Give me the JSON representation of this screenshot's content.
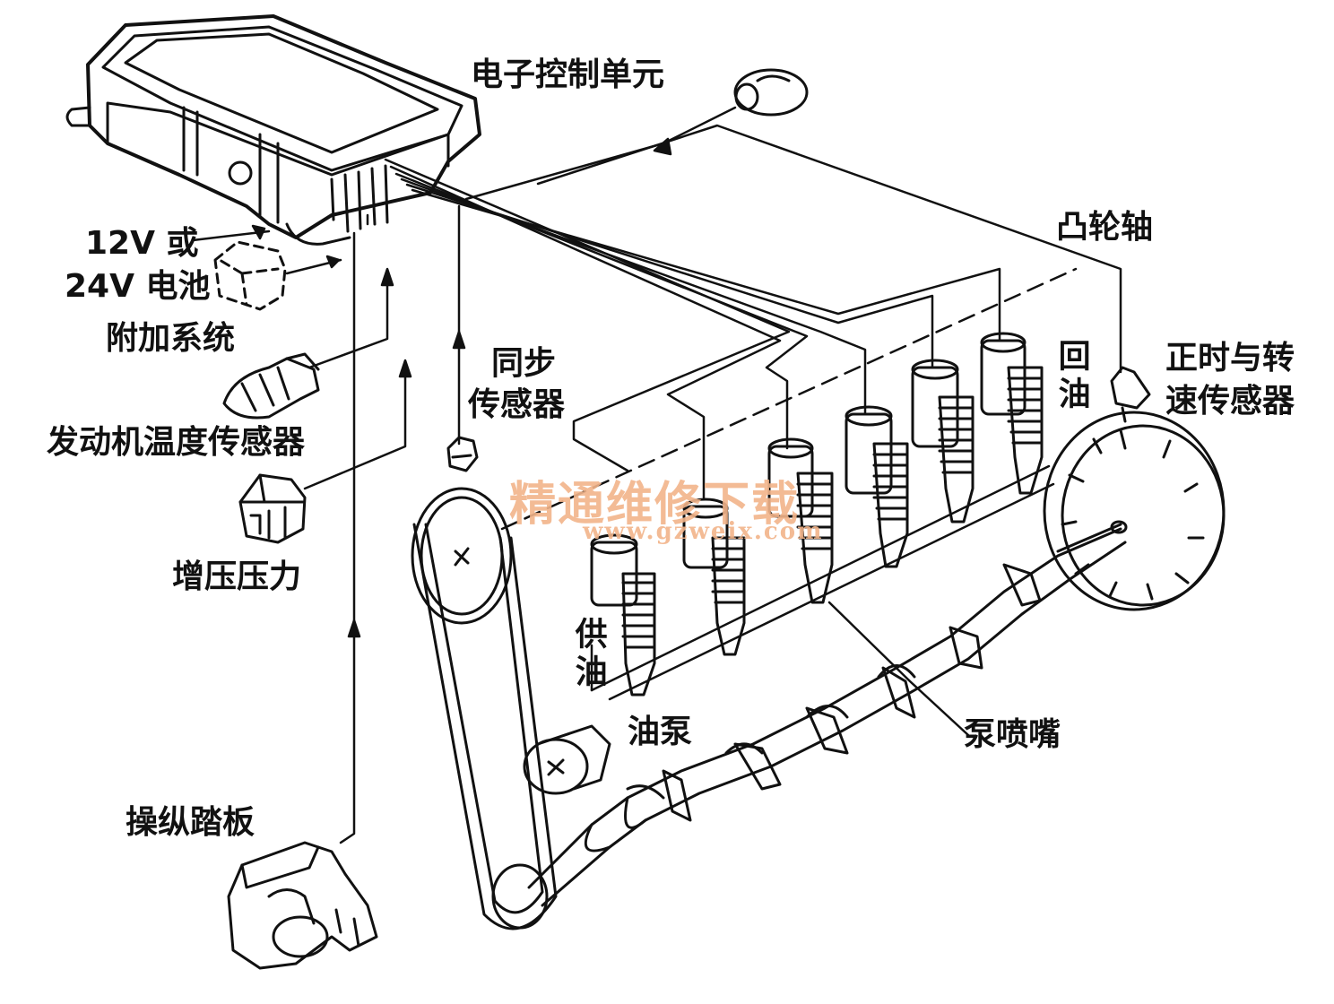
{
  "labels": {
    "ecu": "电子控制单元",
    "camshaft": "凸轮轴",
    "battery_line1": "12V 或",
    "battery_line2": "24V 电池",
    "aux_system": "附加系统",
    "sync_sensor_line1": "同步",
    "sync_sensor_line2": "传感器",
    "return_oil": "回油",
    "timing_sensor_line1": "正时与转",
    "timing_sensor_line2": "速传感器",
    "engine_temp_sensor": "发动机温度传感器",
    "boost_pressure": "增压压力",
    "supply_oil": "供油",
    "oil_pump": "油泵",
    "pump_nozzle": "泵喷嘴",
    "pedal": "操纵踏板"
  },
  "watermark": {
    "title": "精通维修下载",
    "url": "www.gzweix.com"
  },
  "colors": {
    "ink": "#111111",
    "watermark": "#f2b48a"
  }
}
